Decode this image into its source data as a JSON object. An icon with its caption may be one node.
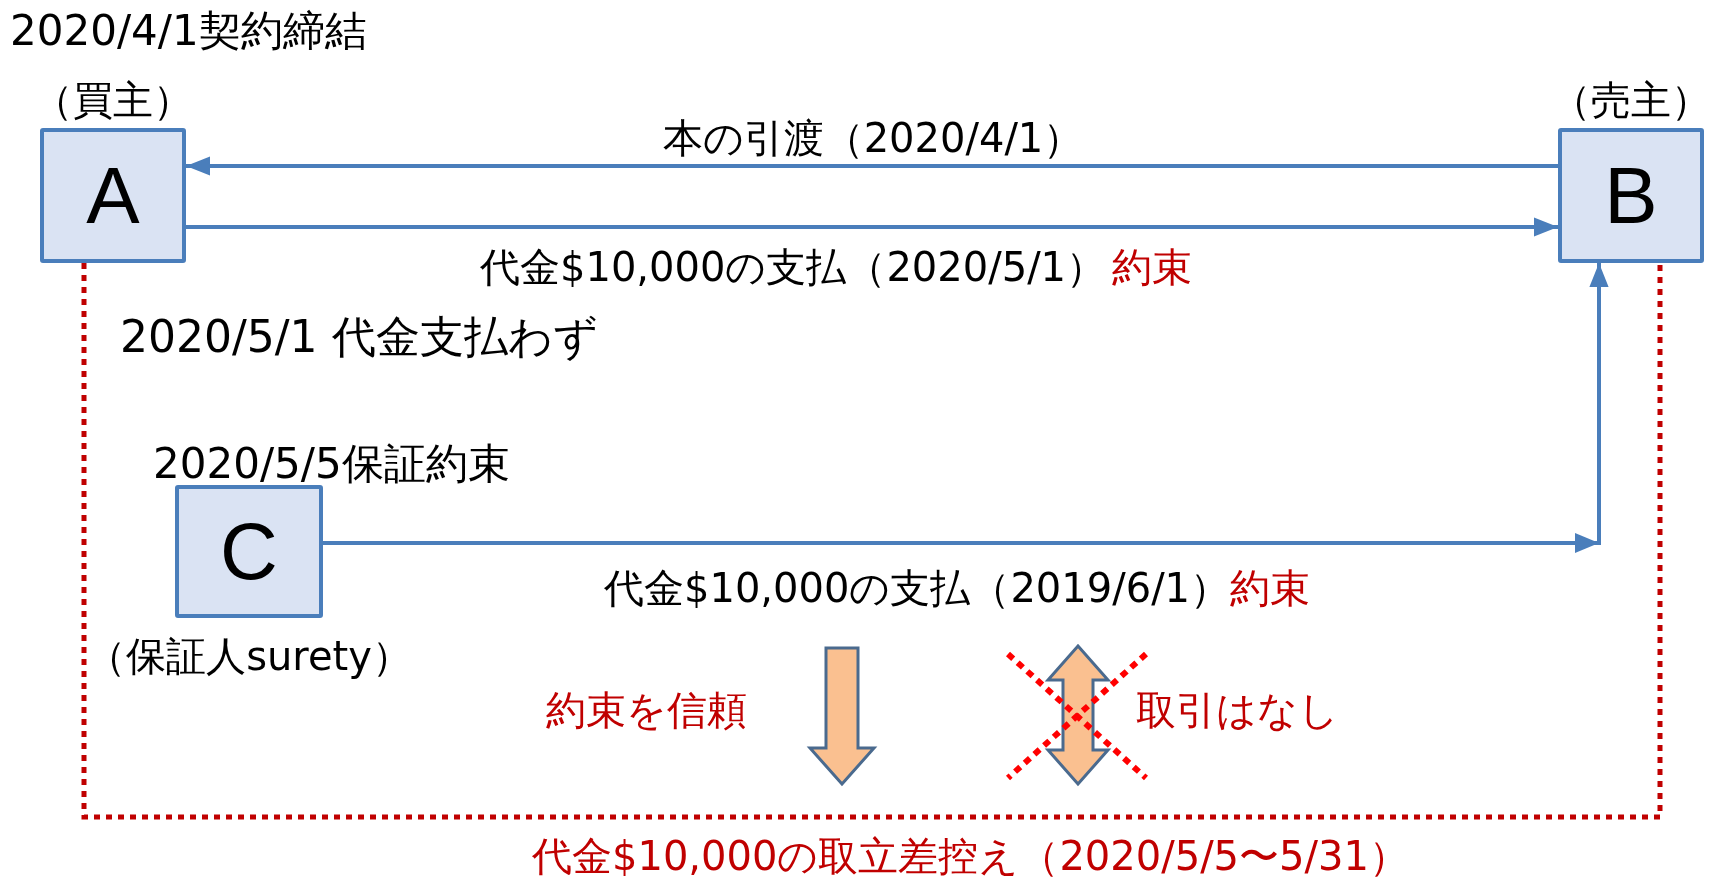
{
  "diagram": {
    "nodes": [
      {
        "text": [
          "（買主）",
          "A"
        ],
        "beside": [
          "2020/4/1契約締結"
        ]
      },
      {
        "text": [
          "（売主）",
          "B"
        ]
      },
      {
        "text": [
          "C",
          "（保証人surety）"
        ],
        "beside": [
          "2020/5/5保証約束"
        ]
      }
    ],
    "edges": [
      {
        "from": 1,
        "to": 0,
        "arrow": "to",
        "label": "本の引渡（2020/4/1）"
      },
      {
        "from": 0,
        "to": 1,
        "arrow": "to",
        "label": "代金$10,000の支払（2020/5/1）"
      },
      {
        "from": 2,
        "to": 1,
        "arrow": "to",
        "label": "代金$10,000の支払（2019/6/1）"
      },
      {
        "from": 0,
        "to": 1,
        "arrow": "none",
        "style": "dashed",
        "color": "#c00000",
        "label": "代金$10,000の取立差控え（2020/5/5〜5/31）"
      }
    ],
    "labels": [
      "2020/5/1 代金支払わず",
      "約束",
      "約束",
      "約束を信頼",
      "取引はなし"
    ]
  }
}
